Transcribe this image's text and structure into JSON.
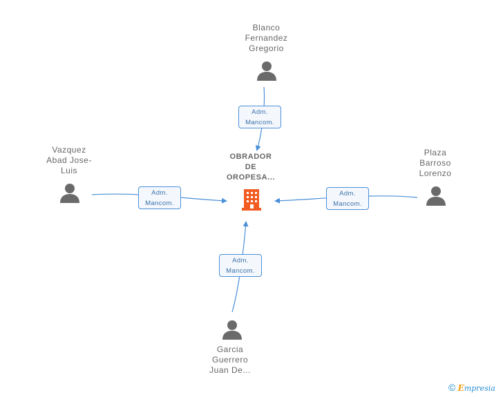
{
  "company": {
    "name": "OBRADOR\nDE\nOROPESA...",
    "icon": "building-icon",
    "color": "#f25c22"
  },
  "people": [
    {
      "id": "top",
      "name": "Blanco\nFernandez\nGregorio",
      "icon": "person-icon",
      "role_line1": "Adm.",
      "role_line2": "Mancom."
    },
    {
      "id": "left",
      "name": "Vazquez\nAbad Jose-\nLuis",
      "icon": "person-icon",
      "role_line1": "Adm.",
      "role_line2": "Mancom."
    },
    {
      "id": "right",
      "name": "Plaza\nBarroso\nLorenzo",
      "icon": "person-icon",
      "role_line1": "Adm.",
      "role_line2": "Mancom."
    },
    {
      "id": "bottom",
      "name": "Garcia\nGuerrero\nJuan De...",
      "icon": "person-icon",
      "role_line1": "Adm.",
      "role_line2": "Mancom."
    }
  ],
  "footer": {
    "copyright": "©",
    "brand_initial": "E",
    "brand_rest": "mpresia"
  },
  "colors": {
    "link": "#4a8fd8",
    "person": "#666666",
    "brand": "#2a8dd1",
    "accent": "#f39c12"
  }
}
